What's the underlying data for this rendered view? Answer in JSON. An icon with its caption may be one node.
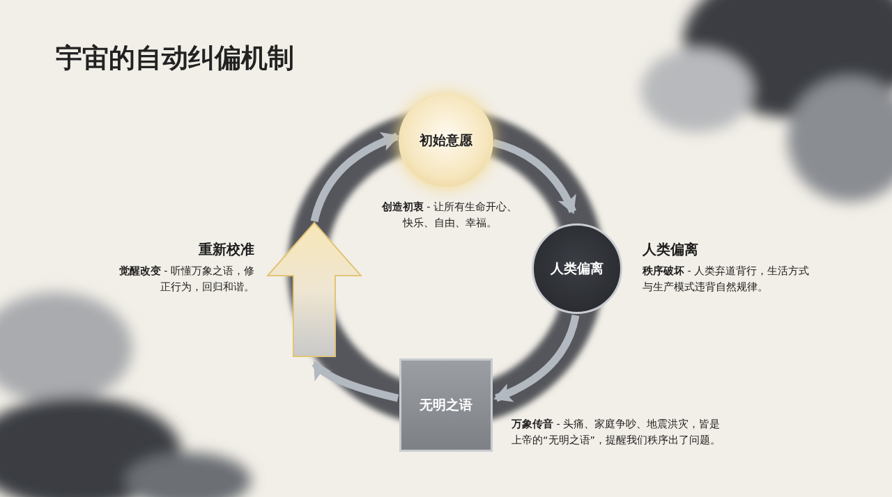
{
  "diagram": {
    "title": "宇宙的自动纠偏机制",
    "nodes": [
      {
        "text": [
          "初始意愿"
        ],
        "beside": [
          "**创造初衷** - 让所有生命开心、快乐、自由、幸福。"
        ]
      },
      {
        "text": [
          "人类偏离"
        ],
        "beside": [
          "人类偏离",
          "**秩序破坏** - 人类弃道背行，生活方式与生产模式违背自然规律。"
        ]
      },
      {
        "text": [
          "无明之语"
        ],
        "beside": [
          "**万象传音** - 头痛、家庭争吵、地震洪灾，皆是上帝的“无明之语”，提醒我们秩序出了问题。"
        ]
      },
      {
        "text": [],
        "shape": "arrow",
        "beside": [
          "重新校准",
          "**觉醒改变** - 听懂万象之语，修正行为，回归和谐。"
        ]
      }
    ],
    "edges": [
      {
        "from": 0,
        "to": 1,
        "arrow": "to"
      },
      {
        "from": 1,
        "to": 2,
        "arrow": "to"
      },
      {
        "from": 2,
        "to": 3,
        "arrow": "to"
      },
      {
        "from": 3,
        "to": 0,
        "arrow": "to"
      }
    ]
  }
}
